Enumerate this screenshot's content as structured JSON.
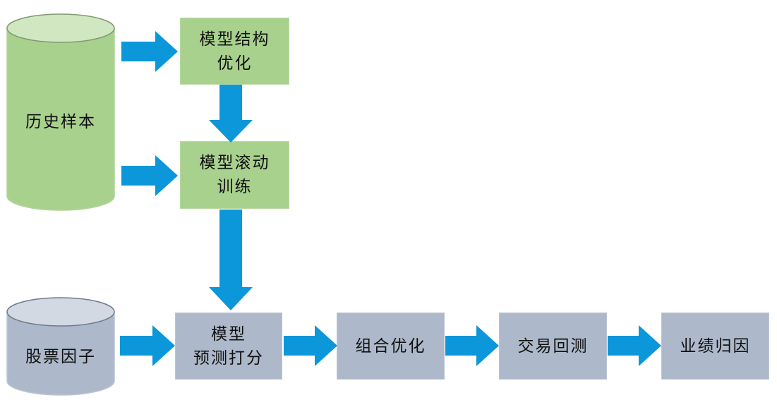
{
  "diagram": {
    "history_samples": "历史样本",
    "stock_factors": "股票因子",
    "model_structure_line1": "模型结构",
    "model_structure_line2": "优化",
    "model_rolling_line1": "模型滚动",
    "model_rolling_line2": "训练",
    "model_predict_line1": "模型",
    "model_predict_line2": "预测打分",
    "portfolio_optimization": "组合优化",
    "trade_backtest": "交易回测",
    "performance_attribution": "业绩归因"
  },
  "colors": {
    "arrow": "#0b97d9",
    "green_box": "#a9d18e",
    "green_cylinder": "#a9d18e",
    "grey_box": "#adb9ca",
    "grey_cylinder": "#adb9ca"
  }
}
